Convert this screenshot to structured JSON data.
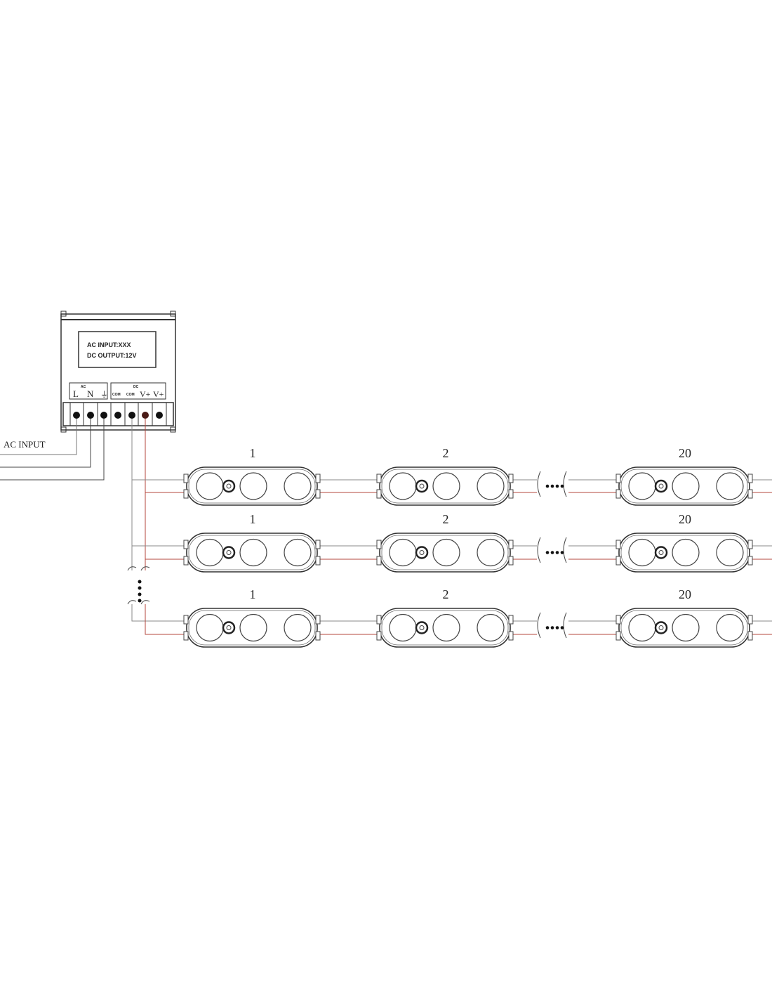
{
  "power_supply": {
    "display_line1": "AC INPUT:XXX",
    "display_line2": "DC OUTPUT:12V",
    "ac_group_label": "AC",
    "dc_group_label": "DC",
    "terminals": [
      "L",
      "N",
      "⏚",
      "COM",
      "COM",
      "V+",
      "V+"
    ]
  },
  "ac_input_label": "AC INPUT",
  "rows": [
    {
      "labels": [
        "1",
        "2",
        "20"
      ]
    },
    {
      "labels": [
        "1",
        "2",
        "20"
      ]
    },
    {
      "labels": [
        "1",
        "2",
        "20"
      ]
    }
  ],
  "colors": {
    "line": "#333333",
    "wire_gray": "#8a8a8a",
    "wire_red": "#b5473c"
  }
}
